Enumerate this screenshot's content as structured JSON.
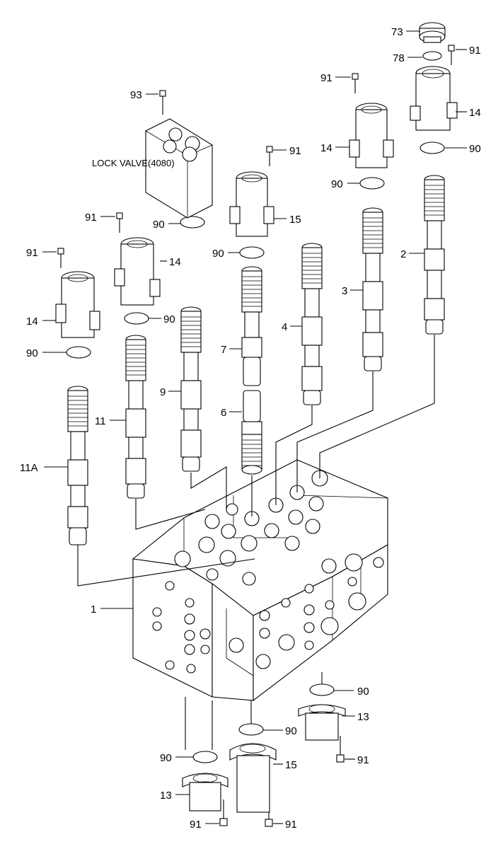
{
  "callouts": {
    "c73": "73",
    "c78": "78",
    "c91_tr": "91",
    "c14_tr": "14",
    "c90_tr": "90",
    "c91_b": "91",
    "c14_b": "14",
    "c90_b": "90",
    "c93": "93",
    "lock_valve": "LOCK VALVE(4080)",
    "c91_c": "91",
    "c15_c": "15",
    "c90_c": "90",
    "c91_d": "91",
    "c90_d": "90",
    "c14_d": "14",
    "c91_e": "91",
    "c14_e": "14",
    "c90_e": "90",
    "c90_f": "90",
    "c2": "2",
    "c3": "3",
    "c4": "4",
    "c7": "7",
    "c6": "6",
    "c9": "9",
    "c11": "11",
    "c11a": "11A",
    "c1": "1",
    "c90_g": "90",
    "c13_g": "13",
    "c91_g": "91",
    "c90_h": "90",
    "c15_h": "15",
    "c91_h": "91",
    "c90_i": "90",
    "c13_i": "13",
    "c91_i": "91"
  }
}
